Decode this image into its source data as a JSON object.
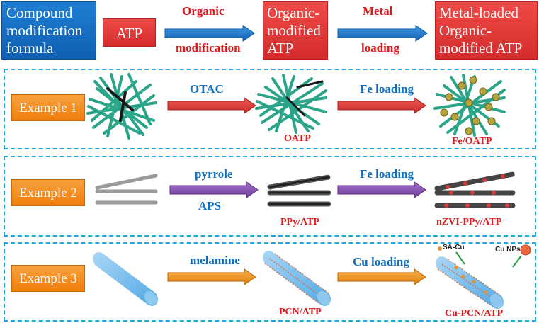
{
  "header": {
    "compound_formula": "Compound modification formula",
    "atp": "ATP",
    "organic_mod_line1": "Organic",
    "organic_mod_line2": "modification",
    "organic_modified_atp": "Organic-modified ATP",
    "metal_line1": "Metal",
    "metal_line2": "loading",
    "metal_loaded": "Metal-loaded Organic-modified ATP"
  },
  "examples": [
    {
      "label": "Example 1",
      "step1": "OTAC",
      "step1b": "",
      "step2": "Fe loading",
      "product1": "OATP",
      "product2": "Fe/OATP"
    },
    {
      "label": "Example 2",
      "step1": "pyrrole",
      "step1b": "APS",
      "step2": "Fe loading",
      "product1": "PPy/ATP",
      "product2": "nZVI-PPy/ATP"
    },
    {
      "label": "Example 3",
      "step1": "melamine",
      "step1b": "",
      "step2": "Cu loading",
      "product1": "PCN/ATP",
      "product2": "Cu-PCN/ATP",
      "legend_sa": "SA-Cu",
      "legend_np": "Cu NPs"
    }
  ],
  "colors": {
    "blue_box": "#1f7fd3",
    "red_box": "#e33b3a",
    "orange_box": "#f5901f",
    "dashed_border": "#1fa8e0",
    "fiber_teal": "#2aa58a",
    "arrow_red": "#e23a35",
    "arrow_purple": "#8a4fb3",
    "arrow_orange": "#f39a1e",
    "arrow_blue": "#1d78c8"
  }
}
